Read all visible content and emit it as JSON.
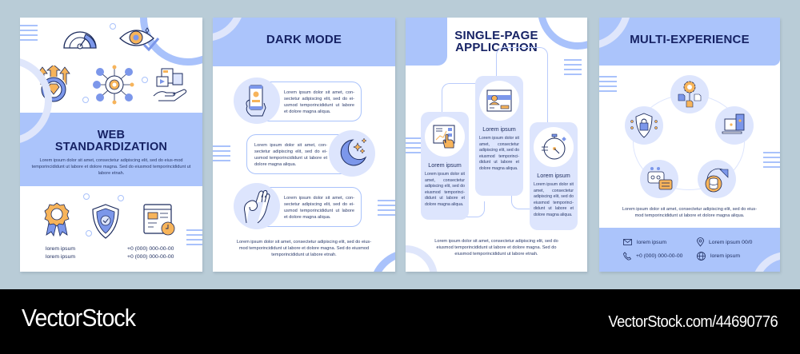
{
  "colors": {
    "background": "#b9ccd7",
    "accent_blue": "#abc4fb",
    "light_blue": "#dde5fd",
    "title_navy": "#162264",
    "icon_orange": "#f7b45a",
    "icon_blue": "#7c97ea",
    "footer": "#000000"
  },
  "panels": [
    {
      "id": "web-standardization",
      "title_line1": "WEB",
      "title_line2": "STANDARDIZATION",
      "body": "Lorem ipsum dolor sit amet, consectetur adipiscing elit, sed do eius-mod temporincididunt ut labore et dolore magna. Sed do eiusmod temporincididunt ut labore etnah.",
      "top_icons": [
        "speedometer-icon",
        "eye-check-icon",
        "gear-diamond-arrows-icon",
        "network-gear-icon",
        "media-hand-icon"
      ],
      "bottom_icons": [
        "award-badge-icon",
        "shield-check-icon",
        "browser-clock-icon"
      ],
      "contact_left": [
        "lorem ipsum",
        "lorem ipsum"
      ],
      "contact_right": [
        "+0 (000) 000-00-00",
        "+0 (000) 000-00-00"
      ]
    },
    {
      "id": "dark-mode",
      "title": "DARK MODE",
      "cards": [
        {
          "icon": "phone-in-hand-icon",
          "text": "Lorem ipsum dolor sit amet, con-sectetur adipiscing elit, sed do ei-usmod temporincididunt ut labore et dolore magna aliqua."
        },
        {
          "icon": "moon-stars-icon",
          "text": "Lorem ipsum dolor sit amet, con-sectetur adipiscing elit, sed do ei-usmod temporincididunt ut labore et dolore magna aliqua."
        },
        {
          "icon": "ok-hand-icon",
          "text": "Lorem ipsum dolor sit amet, con-sectetur adipiscing elit, sed do ei-usmod temporincididunt ut labore et dolore magna aliqua."
        }
      ],
      "body": "Lorem ipsum dolor sit amet, consectetur adipiscing elit, sed do eius-mod temporincididunt ut labore et dolore magna. Sed do eiusmod temporincididunt ut labore etnah."
    },
    {
      "id": "single-page-application",
      "title_line1": "SINGLE-PAGE",
      "title_line2": "APPLICATION",
      "columns": [
        {
          "icon": "dashboard-touch-icon",
          "heading": "Lorem ipsum",
          "text": "Lorem ipsum dolor sit amet, consectetur adipiscing elit, sed do eiusmod temporinci-didunt ut labore et dolore magna aliqua."
        },
        {
          "icon": "profile-window-icon",
          "heading": "Lorem ipsum",
          "text": "Lorem ipsum dolor sit amet, consectetur adipiscing elit, sed do eiusmod temporinci-didunt ut labore et dolore magna aliqua."
        },
        {
          "icon": "stopwatch-icon",
          "heading": "Lorem ipsum",
          "text": "Lorem ipsum dolor sit amet, consectetur adipiscing elit, sed do eiusmod temporinci-didunt ut labore et dolore magna aliqua."
        }
      ],
      "body": "Lorem ipsum dolor sit amet, consectetur adipiscing elit, sed do eiusmod temporincididunt ut labore et dolore magna. Sed do eiusmod temporincididunt ut labore etnah."
    },
    {
      "id": "multi-experience",
      "title": "MULTI-EXPERIENCE",
      "nodes": [
        "gear-documents-icon",
        "shield-lock-circuit-icon",
        "laptop-phone-icon",
        "chatbot-icon",
        "database-export-icon"
      ],
      "body": "Lorem ipsum dolor sit amet, consectetur adipiscing elit, sed do eius-mod temporincididunt ut labore et dolore magna aliqua.",
      "contacts": [
        {
          "icon": "envelope-icon",
          "text": "lorem ipsum"
        },
        {
          "icon": "location-pin-icon",
          "text": "Lorem ipsum 00/0"
        },
        {
          "icon": "phone-icon",
          "text": "+0 (000) 000-00-00"
        },
        {
          "icon": "globe-icon",
          "text": "lorem ipsum"
        }
      ]
    }
  ],
  "footer": {
    "logo": "VectorStock",
    "url": "VectorStock.com/44690776"
  }
}
